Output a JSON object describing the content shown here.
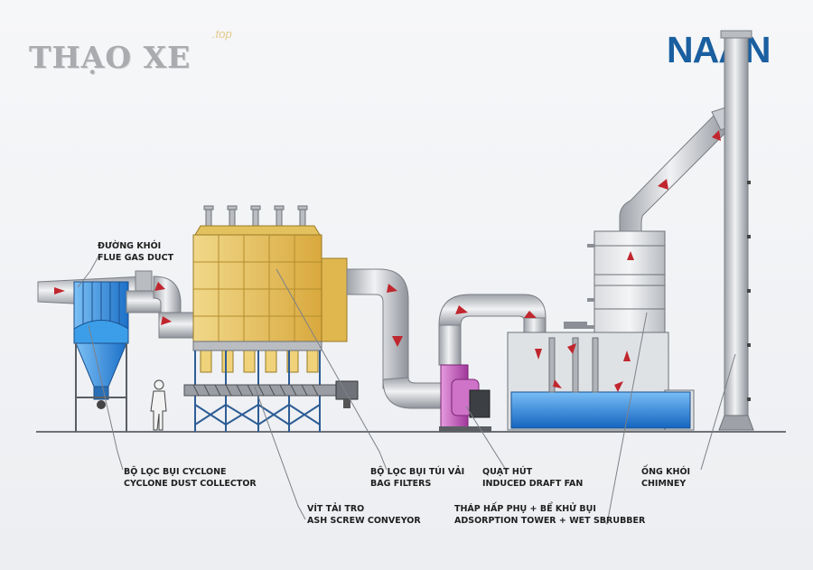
{
  "logos": {
    "left_main": "THẠO XE",
    "left_sub": ".top",
    "right": "NAAN"
  },
  "labels": {
    "flue_gas_duct": {
      "vi": "ĐƯỜNG KHÓI",
      "en": "FLUE GAS DUCT"
    },
    "cyclone": {
      "vi": "BỘ LỌC BỤI CYCLONE",
      "en": "CYCLONE DUST COLLECTOR"
    },
    "screw_conveyor": {
      "vi": "VÍT TẢI TRO",
      "en": "ASH SCREW CONVEYOR"
    },
    "bag_filters": {
      "vi": "BỘ LỌC BỤI TÚI VẢI",
      "en": "BAG FILTERS"
    },
    "draft_fan": {
      "vi": "QUẠT HÚT",
      "en": "INDUCED DRAFT FAN"
    },
    "tower": {
      "vi": "THÁP HẤP PHỤ + BỂ KHỬ BỤI",
      "en": "ADSORPTION TOWER + WET SBRUBBER"
    },
    "chimney": {
      "vi": "ỐNG KHÓI",
      "en": "CHIMNEY"
    }
  },
  "colors": {
    "pipe": "#c9ccd1",
    "bag_house": "#e8c668",
    "cyclone": "#2e8fe0",
    "fan": "#c65bbf",
    "water": "#2f8fe6",
    "arrow": "#c0262d",
    "logo_right": "#1a5fa0"
  }
}
